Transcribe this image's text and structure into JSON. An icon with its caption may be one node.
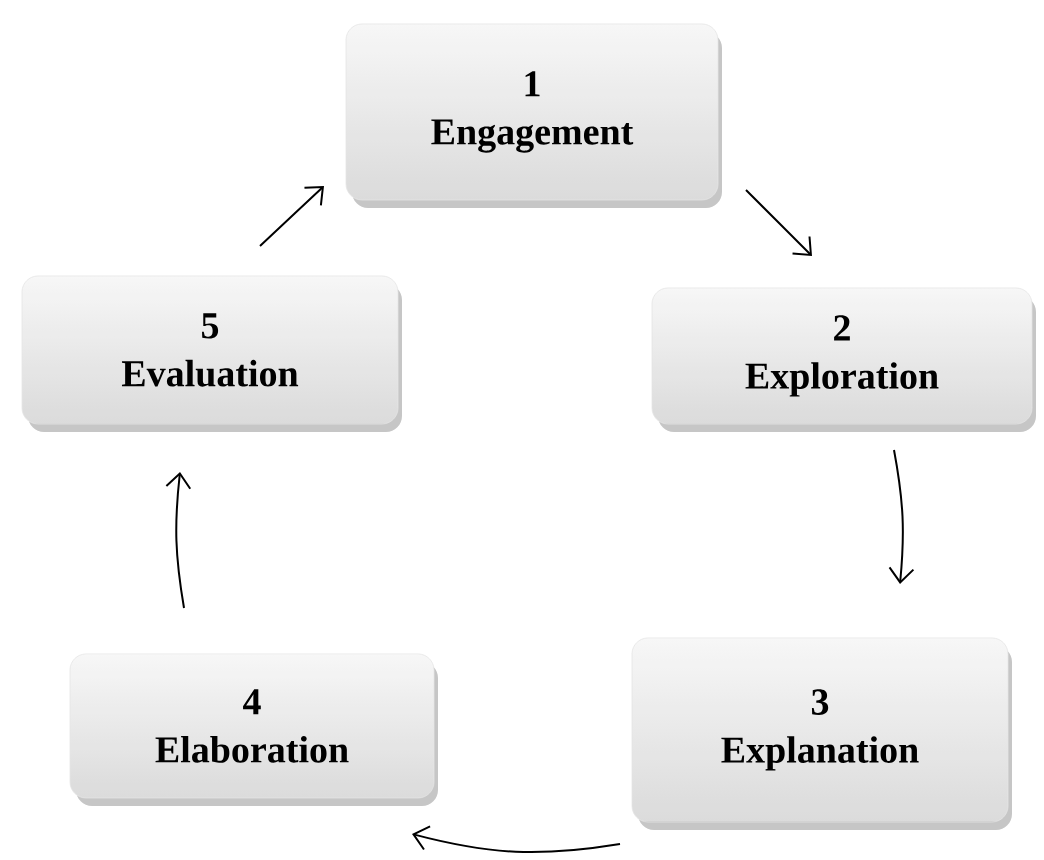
{
  "diagram": {
    "nodes": [
      {
        "text": [
          "1",
          "Engagement"
        ]
      },
      {
        "text": [
          "2",
          "Exploration"
        ]
      },
      {
        "text": [
          "3",
          "Explanation"
        ]
      },
      {
        "text": [
          "4",
          "Elaboration"
        ]
      },
      {
        "text": [
          "5",
          "Evaluation"
        ]
      }
    ],
    "edges": [
      {
        "from": 0,
        "to": 1,
        "arrow": "to"
      },
      {
        "from": 1,
        "to": 2,
        "arrow": "to"
      },
      {
        "from": 2,
        "to": 3,
        "arrow": "to"
      },
      {
        "from": 3,
        "to": 4,
        "arrow": "to"
      },
      {
        "from": 4,
        "to": 0,
        "arrow": "to"
      }
    ]
  }
}
